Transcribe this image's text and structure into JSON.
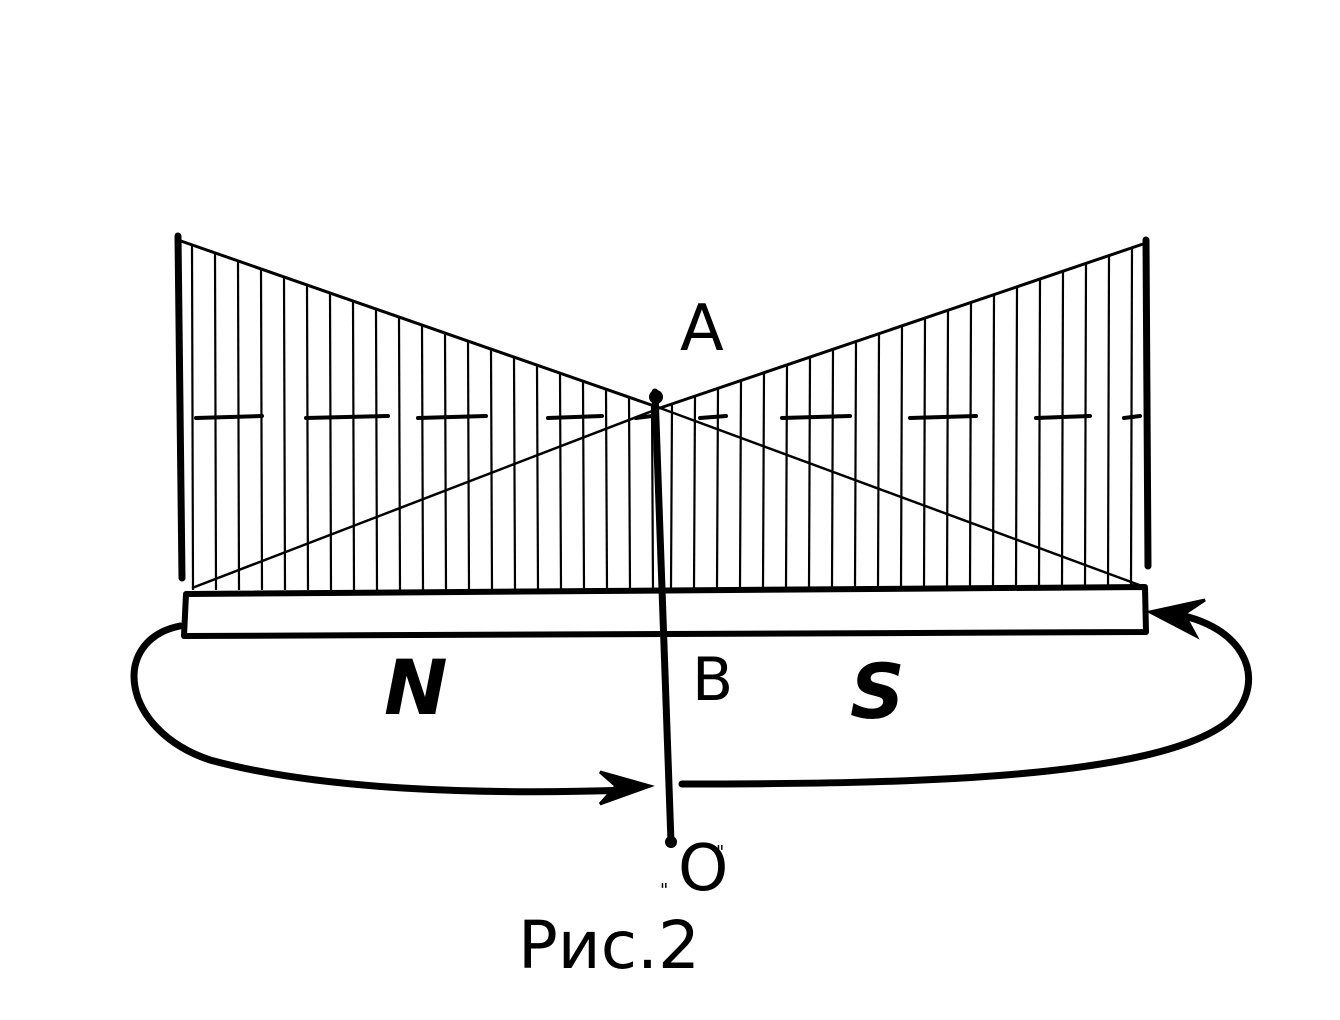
{
  "labels": {
    "point_a": "A",
    "point_b": "B",
    "pole_north": "N",
    "pole_south": "S",
    "point_o": "O",
    "prime_mark_right": "\"",
    "prime_mark_left": "\""
  },
  "caption": "Рис.2",
  "colors": {
    "ink": "#000000",
    "paper": "#ffffff"
  }
}
